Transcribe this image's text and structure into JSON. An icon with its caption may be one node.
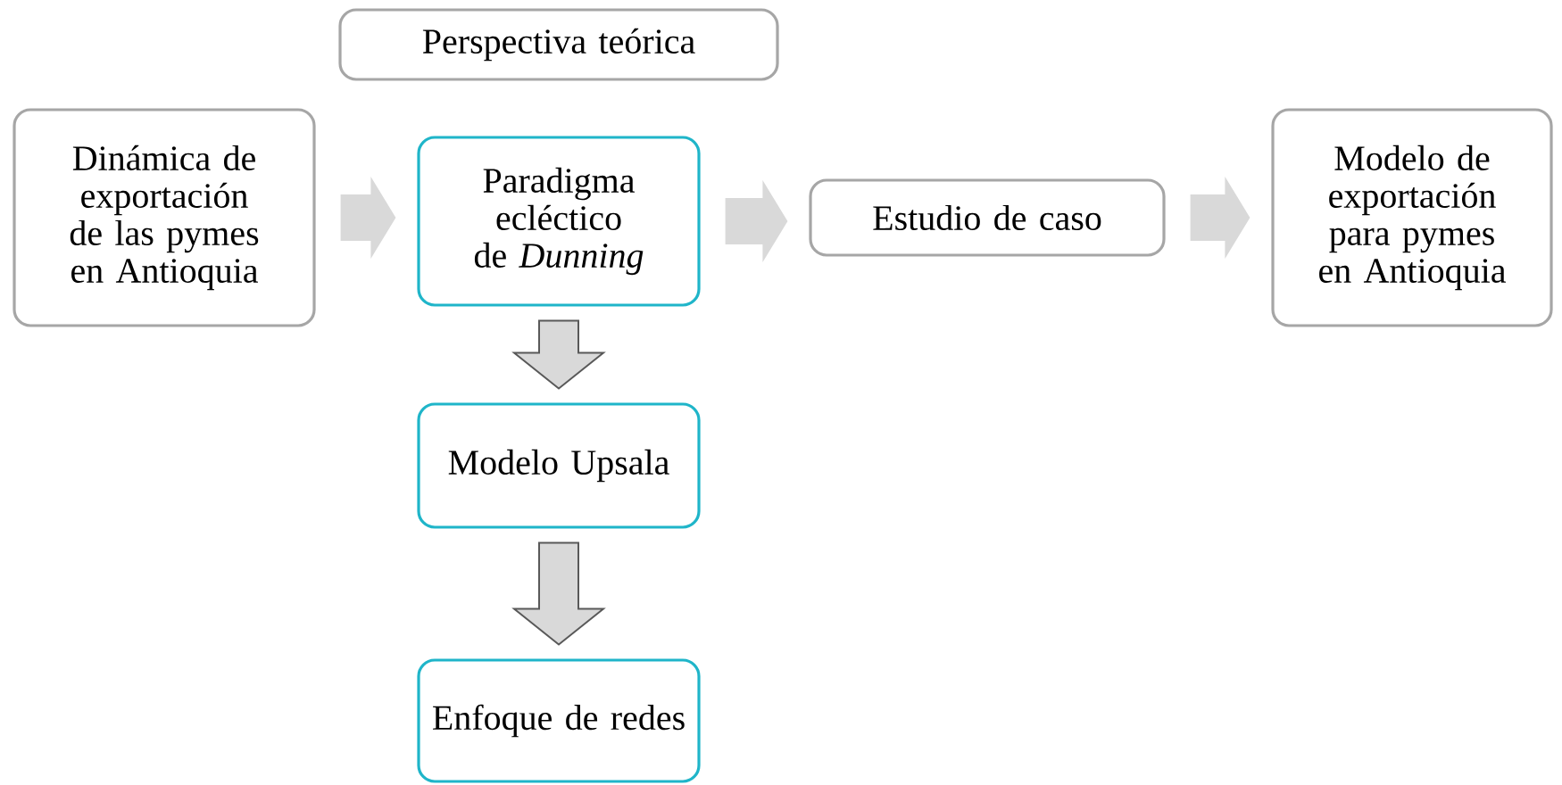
{
  "diagram": {
    "nodes": [
      {
        "text": [
          "Perspectiva teórica"
        ]
      },
      {
        "text": [
          "Dinámica de exportación de las pymes en Antioquia"
        ]
      },
      {
        "text": [
          "Paradigma ecléctico de *Dunning*"
        ]
      },
      {
        "text": [
          "Estudio de caso"
        ]
      },
      {
        "text": [
          "Modelo de exportación para pymes en Antioquia"
        ]
      },
      {
        "text": [
          "Modelo Upsala"
        ]
      },
      {
        "text": [
          "Enfoque de redes"
        ]
      }
    ],
    "edges": [
      {
        "from": 1,
        "to": 2,
        "arrow": "to"
      },
      {
        "from": 2,
        "to": 3,
        "arrow": "to"
      },
      {
        "from": 3,
        "to": 4,
        "arrow": "to"
      },
      {
        "from": 2,
        "to": 5,
        "arrow": "to",
        "color": "#595959"
      },
      {
        "from": 5,
        "to": 6,
        "arrow": "to",
        "color": "#595959"
      }
    ]
  }
}
